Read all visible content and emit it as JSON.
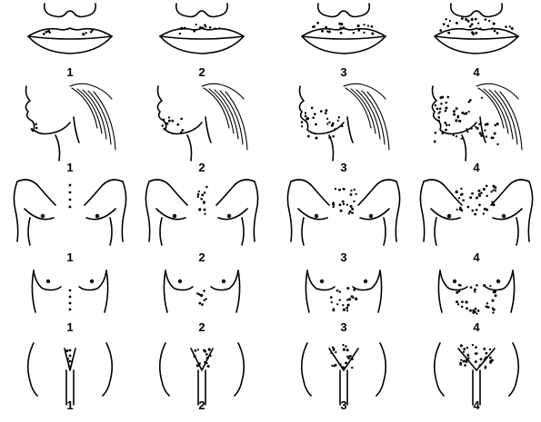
{
  "rows": [
    {
      "region": "upper-lip",
      "stages": [
        {
          "label": "1"
        },
        {
          "label": "2"
        },
        {
          "label": "3"
        },
        {
          "label": "4"
        }
      ]
    },
    {
      "region": "chin",
      "stages": [
        {
          "label": "1"
        },
        {
          "label": "2"
        },
        {
          "label": "3"
        },
        {
          "label": "4"
        }
      ]
    },
    {
      "region": "chest",
      "stages": [
        {
          "label": "1"
        },
        {
          "label": "2"
        },
        {
          "label": "3"
        },
        {
          "label": "4"
        }
      ]
    },
    {
      "region": "upper-abdomen",
      "stages": [
        {
          "label": "1"
        },
        {
          "label": "2"
        },
        {
          "label": "3"
        },
        {
          "label": "4"
        }
      ]
    },
    {
      "region": "lower-abdomen",
      "stages": [
        {
          "label": "1"
        },
        {
          "label": "2"
        },
        {
          "label": "3"
        },
        {
          "label": "4"
        }
      ]
    }
  ],
  "colors": {
    "ink": "#000000",
    "background": "#ffffff"
  }
}
